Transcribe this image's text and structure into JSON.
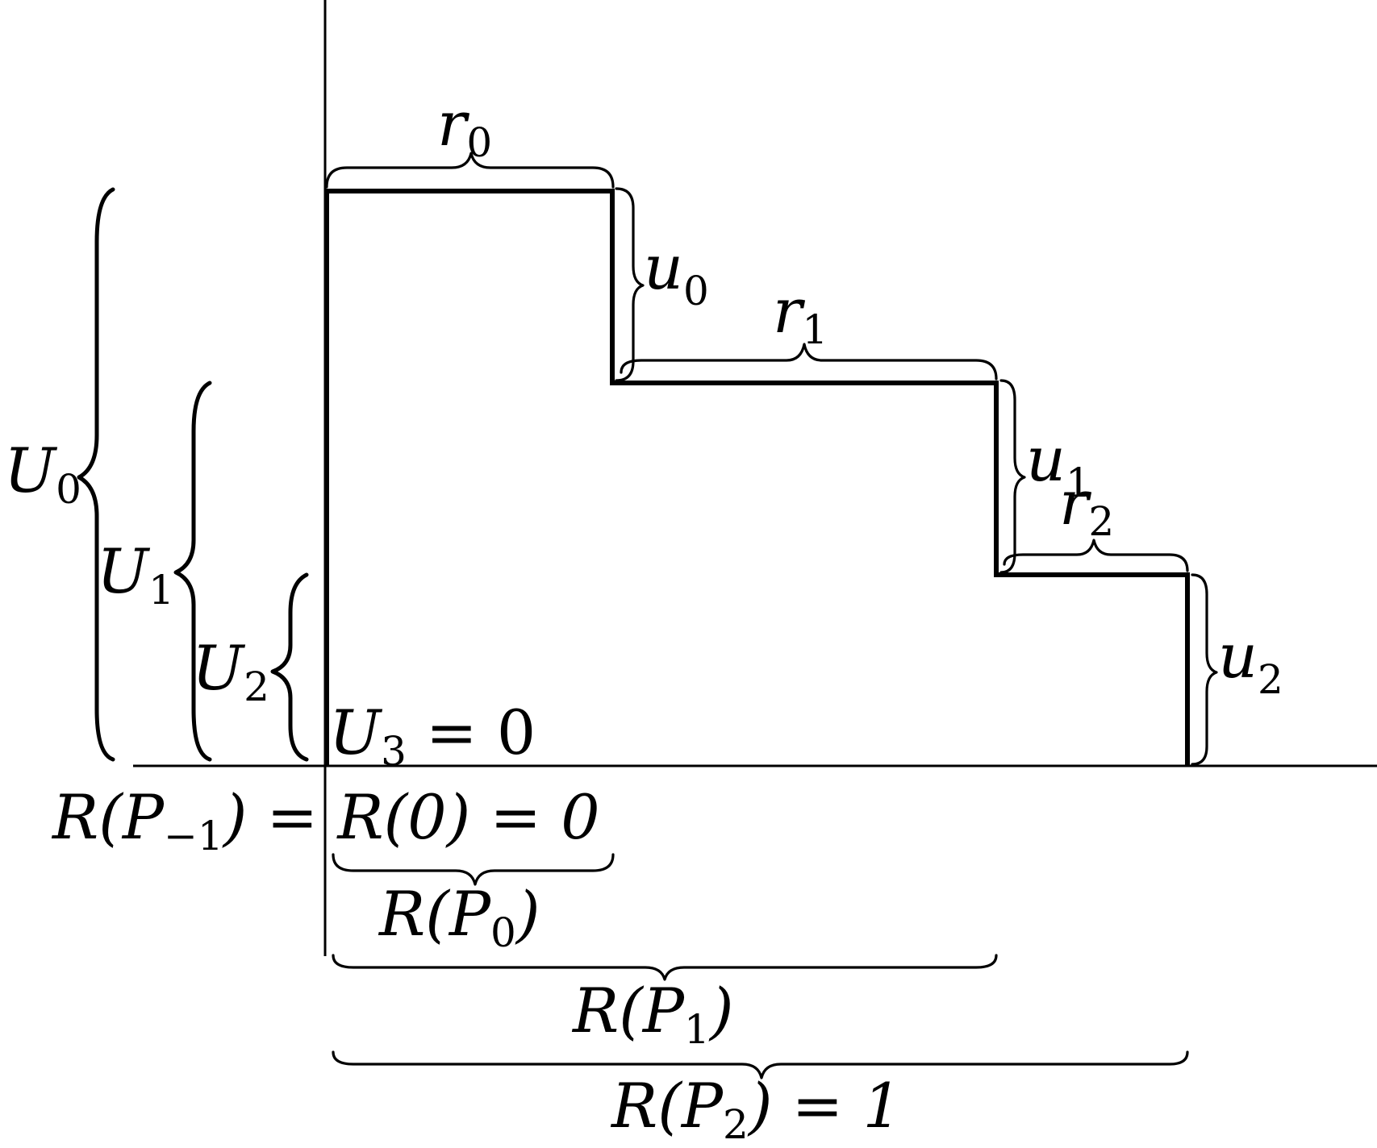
{
  "labels": {
    "r0": {
      "base": "r",
      "sub": "0"
    },
    "r1": {
      "base": "r",
      "sub": "1"
    },
    "r2": {
      "base": "r",
      "sub": "2"
    },
    "u0": {
      "base": "u",
      "sub": "0"
    },
    "u1": {
      "base": "u",
      "sub": "1"
    },
    "u2": {
      "base": "u",
      "sub": "2"
    },
    "U0": {
      "base": "U",
      "sub": "0"
    },
    "U1": {
      "base": "U",
      "sub": "1"
    },
    "U2": {
      "base": "U",
      "sub": "2"
    },
    "U3": {
      "base": "U",
      "sub": "3",
      "suffix": " = 0"
    },
    "R_Pminus1": {
      "prefix": "R(P",
      "sub": "−1",
      "suffix": ") = R(0) = 0"
    },
    "R_P0": {
      "prefix": "R(P",
      "sub": "0",
      "suffix": ")"
    },
    "R_P1": {
      "prefix": "R(P",
      "sub": "1",
      "suffix": ")"
    },
    "R_P2": {
      "prefix": "R(P",
      "sub": "2",
      "suffix": ") = 1"
    }
  }
}
